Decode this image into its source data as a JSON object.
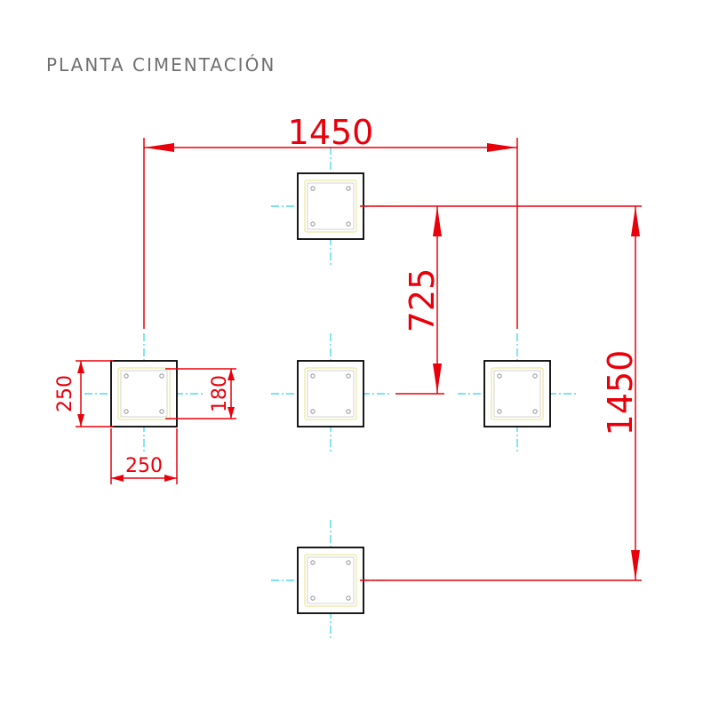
{
  "title": "PLANTA CIMENTACIÓN",
  "colors": {
    "dimension": "#e8000b",
    "axis": "#2fd4e8",
    "footing": "#000000",
    "plate": "#e6e38a",
    "title": "#707070"
  },
  "dimensions": {
    "top_width": "1450",
    "half_height": "725",
    "total_height": "1450",
    "footing_width": "250",
    "footing_height": "250",
    "plate_size": "180"
  }
}
